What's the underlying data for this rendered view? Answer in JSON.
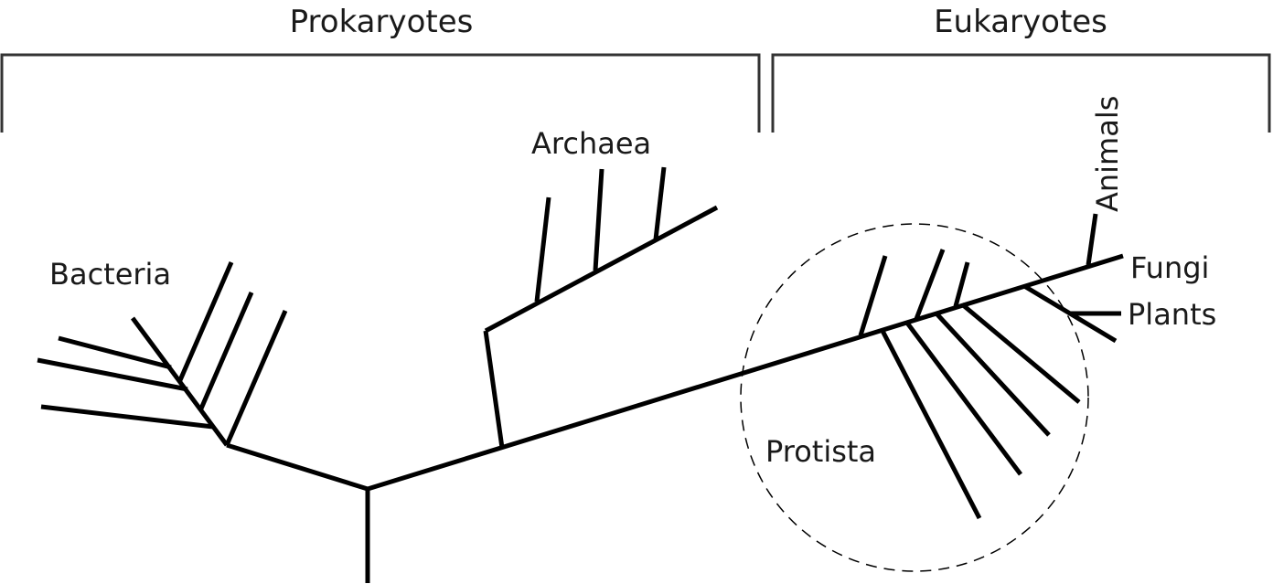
{
  "diagram": {
    "groups": {
      "prokaryotes": "Prokaryotes",
      "eukaryotes": "Eukaryotes"
    },
    "taxa": {
      "bacteria": "Bacteria",
      "archaea": "Archaea",
      "protista": "Protista",
      "animals": "Animals",
      "fungi": "Fungi",
      "plants": "Plants"
    },
    "colors": {
      "ink": "#000000",
      "bracket": "#333333",
      "label": "#1a1a1a"
    }
  }
}
